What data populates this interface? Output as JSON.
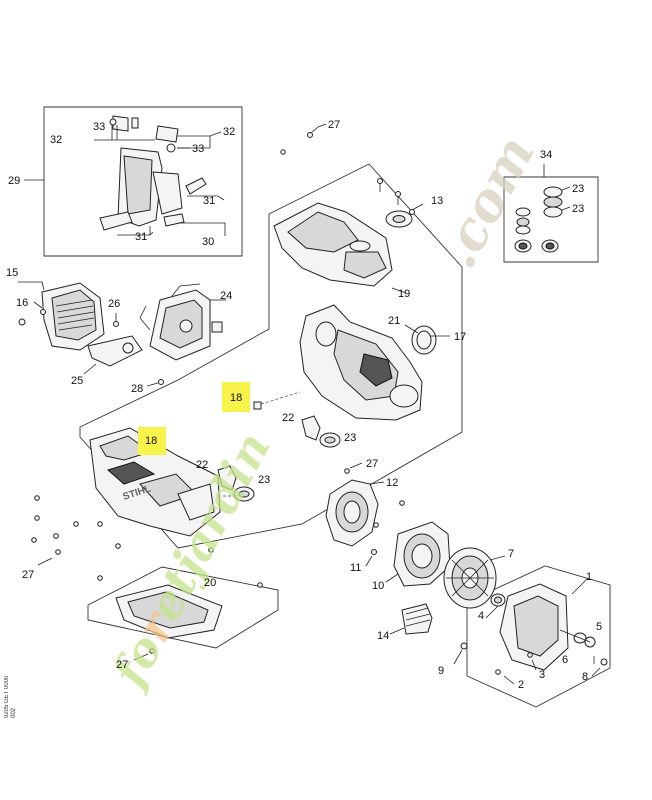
{
  "diagram": {
    "side_code": "9205 GET 0000",
    "side_code2": "002",
    "highlight_color": "#f7f34a",
    "watermark": {
      "text_main": "foretjardin",
      "text_domain": ".com",
      "color_green": "#c5e28a",
      "color_orange": "#f6c48a",
      "color_gray": "#d8d0bf"
    },
    "callouts": [
      {
        "id": "c33a",
        "text": "33"
      },
      {
        "id": "c32a",
        "text": "32"
      },
      {
        "id": "c32b",
        "text": "32"
      },
      {
        "id": "c33b",
        "text": "33"
      },
      {
        "id": "c29",
        "text": "29"
      },
      {
        "id": "c31a",
        "text": "31"
      },
      {
        "id": "c31b",
        "text": "31"
      },
      {
        "id": "c30",
        "text": "30"
      },
      {
        "id": "c27a",
        "text": "27"
      },
      {
        "id": "c34",
        "text": "34"
      },
      {
        "id": "c23a",
        "text": "23"
      },
      {
        "id": "c23b",
        "text": "23"
      },
      {
        "id": "c13",
        "text": "13"
      },
      {
        "id": "c15",
        "text": "15"
      },
      {
        "id": "c16",
        "text": "16"
      },
      {
        "id": "c26",
        "text": "26"
      },
      {
        "id": "c24",
        "text": "24"
      },
      {
        "id": "c19",
        "text": "19"
      },
      {
        "id": "c21",
        "text": "21"
      },
      {
        "id": "c17",
        "text": "17"
      },
      {
        "id": "c25",
        "text": "25"
      },
      {
        "id": "c28",
        "text": "28"
      },
      {
        "id": "c18a",
        "text": "18"
      },
      {
        "id": "c22a",
        "text": "22"
      },
      {
        "id": "c23c",
        "text": "23"
      },
      {
        "id": "c18b",
        "text": "18"
      },
      {
        "id": "c22b",
        "text": "22"
      },
      {
        "id": "c23d",
        "text": "23"
      },
      {
        "id": "c27b",
        "text": "27"
      },
      {
        "id": "c12",
        "text": "12"
      },
      {
        "id": "c27c",
        "text": "27"
      },
      {
        "id": "c11",
        "text": "11"
      },
      {
        "id": "c10",
        "text": "10"
      },
      {
        "id": "c7",
        "text": "7"
      },
      {
        "id": "c20",
        "text": "20"
      },
      {
        "id": "c1",
        "text": "1"
      },
      {
        "id": "c4",
        "text": "4"
      },
      {
        "id": "c5",
        "text": "5"
      },
      {
        "id": "c14",
        "text": "14"
      },
      {
        "id": "c6",
        "text": "6"
      },
      {
        "id": "c27d",
        "text": "27"
      },
      {
        "id": "c9",
        "text": "9"
      },
      {
        "id": "c3",
        "text": "3"
      },
      {
        "id": "c2",
        "text": "2"
      },
      {
        "id": "c8",
        "text": "8"
      }
    ]
  }
}
